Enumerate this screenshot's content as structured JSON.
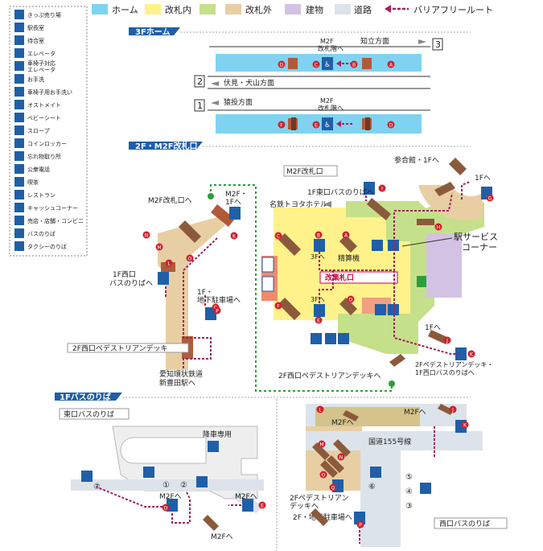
{
  "legend_top": {
    "items": [
      {
        "label": "ホーム",
        "color": "#7fd3f0"
      },
      {
        "label": "改札内",
        "color": "#fff28a"
      },
      {
        "label": "",
        "color": "#c5e08a"
      },
      {
        "label": "改札外",
        "color": "#e8cfa3"
      },
      {
        "label": "建物",
        "color": "#d3c2e4"
      },
      {
        "label": "道路",
        "color": "#dde3ea"
      }
    ],
    "route_label": "バリアフリールート",
    "route_color": "#a0215f"
  },
  "legend_side": [
    {
      "icon": "ticket-icon",
      "label": "きっぷ売り場"
    },
    {
      "icon": "station-master-icon",
      "label": "駅長室"
    },
    {
      "icon": "waiting-room-icon",
      "label": "待合室"
    },
    {
      "icon": "elevator-icon",
      "label": "エレベータ"
    },
    {
      "icon": "wheelchair-elevator-icon",
      "label": "車椅子対応\nエレベータ"
    },
    {
      "icon": "restroom-icon",
      "label": "お手洗"
    },
    {
      "icon": "wheelchair-restroom-icon",
      "label": "車椅子用お手洗い"
    },
    {
      "icon": "ostomate-icon",
      "label": "オストメイト"
    },
    {
      "icon": "baby-seat-icon",
      "label": "ベビーシート"
    },
    {
      "icon": "slope-icon",
      "label": "スロープ"
    },
    {
      "icon": "coin-locker-icon",
      "label": "コインロッカー"
    },
    {
      "icon": "lost-found-icon",
      "label": "忘れ物取り所"
    },
    {
      "icon": "public-phone-icon",
      "label": "公衆電話"
    },
    {
      "icon": "cafe-icon",
      "label": "喫茶"
    },
    {
      "icon": "restaurant-icon",
      "label": "レストラン"
    },
    {
      "icon": "cashing-icon",
      "label": "キャッシュコーナー"
    },
    {
      "icon": "shop-icon",
      "label": "売店・店舗・コンビニ"
    },
    {
      "icon": "bus-icon",
      "label": "バスのりば"
    },
    {
      "icon": "taxi-icon",
      "label": "タクシーのりば"
    }
  ],
  "sections": {
    "home_3f": {
      "title": "3Fホーム",
      "track3": {
        "number": "3",
        "direction": "知立方面"
      },
      "track2": {
        "number": "2",
        "direction": "伏見・犬山方面"
      },
      "track1": {
        "number": "1",
        "direction": "猿投方面"
      },
      "to_gate": "M2F\n改札階へ",
      "markers_top": [
        "D",
        "C",
        "B",
        "A"
      ],
      "markers_bottom": [
        "F",
        "E",
        "D"
      ]
    },
    "gate_2f": {
      "title": "2F・M2F改札口",
      "m2f_gate": "M2F改札口",
      "m2f_gate_left": "M2F改札口へ",
      "m2f_1f": "M2F・\n1Fへ",
      "sanshinkan": "参合館・1Fへ",
      "east_bus": "1F東口バスのりばへ",
      "meitetsu_hotel": "名鉄トヨタホテル",
      "station_service": "駅サービス\nコーナー",
      "seisanki": "精算機",
      "kaishu": "改集札口",
      "to_3f_a": "3Fへ",
      "to_3f_b": "3Fへ",
      "to_1f_right": "1Fへ",
      "to_1f_top": "1Fへ",
      "west_bus_1f": "1F西口\nバスのりばへ",
      "parking": "1F・\n地下駐車場へ",
      "deck": "2F西口ペデストリアンデッキ",
      "deck_to": "2F西口ペデストリアンデッキへ",
      "shin_toyota": "愛知環状鉄道\n新豊田駅へ",
      "deck_right": "2Fペデストリアンデッキ・\n1F西口バスのりばへ"
    },
    "bus_1f": {
      "title": "1Fバスのりば",
      "east": "東口バスのりば",
      "alight_only": "降車専用",
      "to_m2f_a": "M2Fへ",
      "to_m2f_b": "M2Fへ",
      "to_m2f_c": "M2Fへ",
      "to_m2f_d": "M2Fへ",
      "to_m2f_e": "M2Fへ",
      "route_155": "国道155号線",
      "deck2f": "2Fペデストリアン\nデッキへ",
      "parking": "2F・地下駐車場へ",
      "west": "西口バスのりば",
      "stops_east": [
        "①",
        "②",
        "⑦"
      ],
      "stops_west": [
        "⑥",
        "⑤",
        "④",
        "③"
      ]
    }
  }
}
